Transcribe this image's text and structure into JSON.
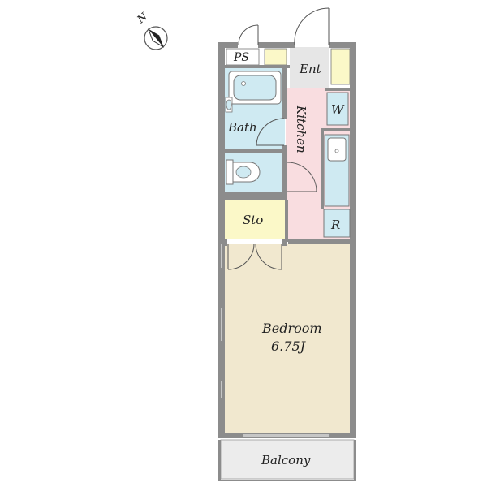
{
  "compass": {
    "label": "N",
    "icon": "north-arrow-icon"
  },
  "rooms": {
    "ps": {
      "label": "PS"
    },
    "entrance": {
      "label": "Ent"
    },
    "bath": {
      "label": "Bath"
    },
    "kitchen": {
      "label": "Kitchen"
    },
    "washer": {
      "label": "W"
    },
    "refrigerator": {
      "label": "R"
    },
    "storage": {
      "label": "Sto"
    },
    "bedroom": {
      "label": "Bedroom",
      "size": "6.75J"
    },
    "balcony": {
      "label": "Balcony"
    }
  },
  "colors": {
    "wall": "#8c8c8c",
    "bath": "#cfeaf2",
    "kitchen": "#f9dde0",
    "storage": "#fbf8c8",
    "bedroom": "#f1e8cf",
    "balcony": "#ececec",
    "entrance": "#e6e6e6"
  }
}
